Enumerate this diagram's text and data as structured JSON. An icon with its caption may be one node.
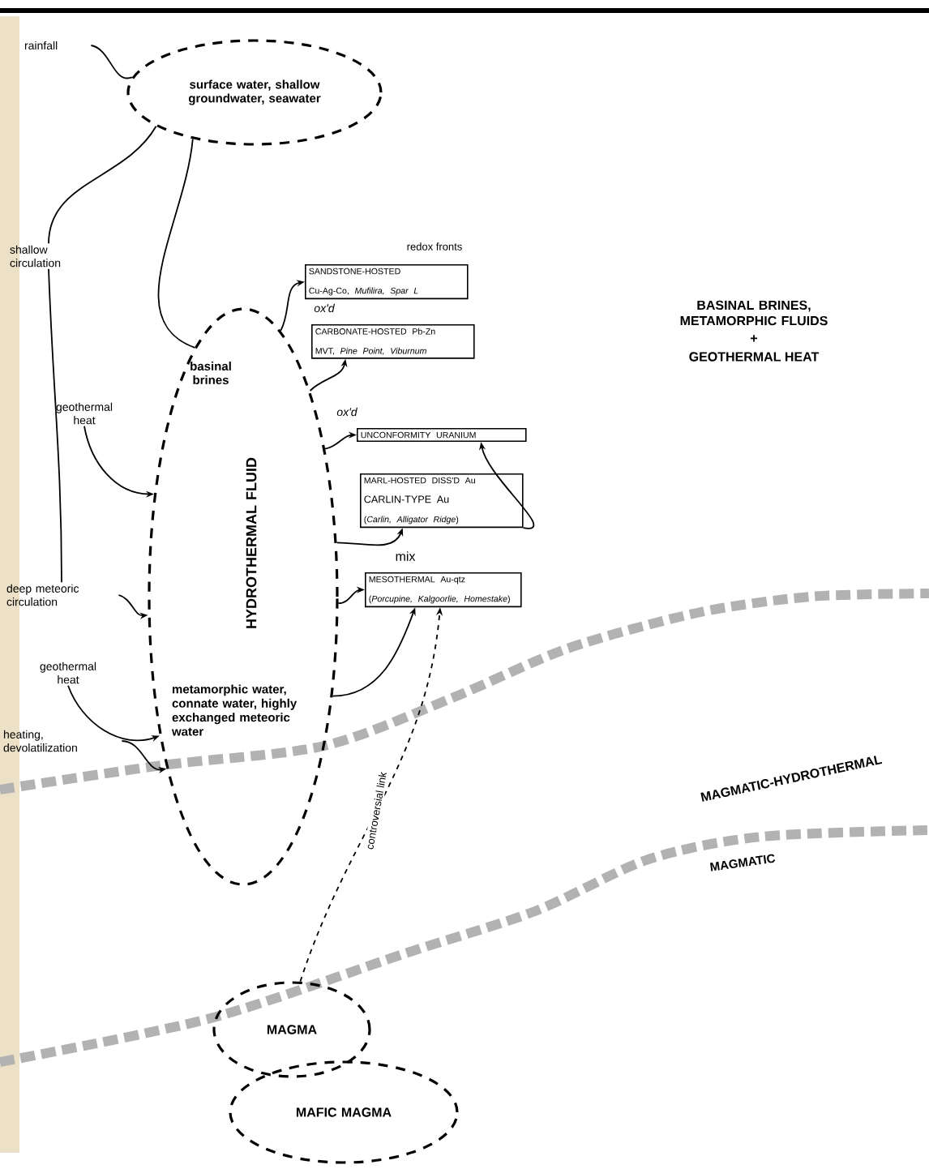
{
  "diagram": {
    "nodes": [
      {
        "text": [
          "surface water, shallow groundwater, seawater"
        ]
      },
      {
        "text": [
          "basinal brines",
          "HYDROTHERMAL FLUID",
          "metamorphic water, connate water, highly exchanged meteoric water"
        ]
      },
      {
        "text": [
          "SANDSTONE-HOSTED",
          "Cu-Ag-Co, *Mufilira, Spar L*"
        ]
      },
      {
        "text": [
          "CARBONATE-HOSTED Pb-Zn",
          "MVT, *Pine Point, Viburnum*"
        ]
      },
      {
        "text": [
          "UNCONFORMITY URANIUM"
        ]
      },
      {
        "text": [
          "MARL-HOSTED DISS'D Au",
          "CARLIN-TYPE Au",
          "(*Carlin, Alligator Ridge*)"
        ]
      },
      {
        "text": [
          "MESOTHERMAL Au-qtz",
          "(*Porcupine, Kalgoorlie, Homestake*)"
        ]
      },
      {
        "text": [
          "MAGMA"
        ]
      },
      {
        "text": [
          "MAFIC MAGMA"
        ]
      },
      {
        "text": [
          "rainfall"
        ]
      },
      {
        "text": [
          "shallow circulation"
        ]
      },
      {
        "text": [
          "geothermal heat"
        ]
      },
      {
        "text": [
          "deep meteoric circulation"
        ]
      },
      {
        "text": [
          "geothermal heat"
        ]
      },
      {
        "text": [
          "heating, devolatilization"
        ]
      }
    ],
    "edges": [
      {
        "from": 9,
        "to": 0,
        "arrow": "none"
      },
      {
        "from": 0,
        "to": 10,
        "arrow": "none"
      },
      {
        "from": 10,
        "to": 12,
        "arrow": "none"
      },
      {
        "from": 0,
        "to": 1,
        "arrow": "none"
      },
      {
        "from": 11,
        "to": 1,
        "arrow": "to"
      },
      {
        "from": 12,
        "to": 1,
        "arrow": "to"
      },
      {
        "from": 13,
        "to": 1,
        "arrow": "to"
      },
      {
        "from": 14,
        "to": 1,
        "arrow": "to"
      },
      {
        "from": 1,
        "to": 2,
        "arrow": "to"
      },
      {
        "from": 1,
        "to": 3,
        "arrow": "to"
      },
      {
        "from": 1,
        "to": 4,
        "arrow": "to"
      },
      {
        "from": 1,
        "to": 5,
        "arrow": "to",
        "label": "mix"
      },
      {
        "from": 1,
        "to": 6,
        "arrow": "to"
      },
      {
        "from": 1,
        "to": 6,
        "arrow": "to"
      },
      {
        "from": 5,
        "to": 4,
        "arrow": "to"
      },
      {
        "from": 7,
        "to": 6,
        "arrow": "to",
        "label": "controversial link",
        "style": "dashed"
      }
    ],
    "labels": [
      "redox fronts",
      "ox'd",
      "ox'd",
      "BASINAL BRINES, METAMORPHIC FLUIDS",
      "+",
      "GEOTHERMAL HEAT",
      "MAGMATIC-HYDROTHERMAL",
      "MAGMATIC"
    ]
  }
}
